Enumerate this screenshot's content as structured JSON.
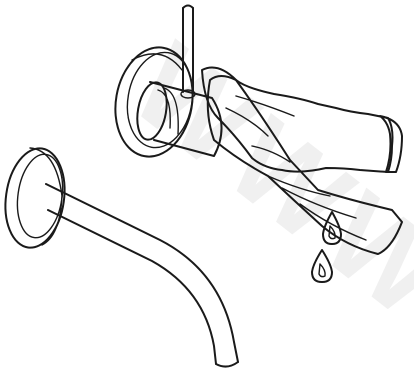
{
  "illustration": {
    "subject": "wall-mounted-faucet-cleaning",
    "colors": {
      "line": "#1a1a1a",
      "background": "#ffffff",
      "glove": "#8c8c8c",
      "cloth": "#ffffff",
      "watermark": "#f0f0f0"
    },
    "watermark_text": "WWW",
    "droplet_count": 2
  }
}
